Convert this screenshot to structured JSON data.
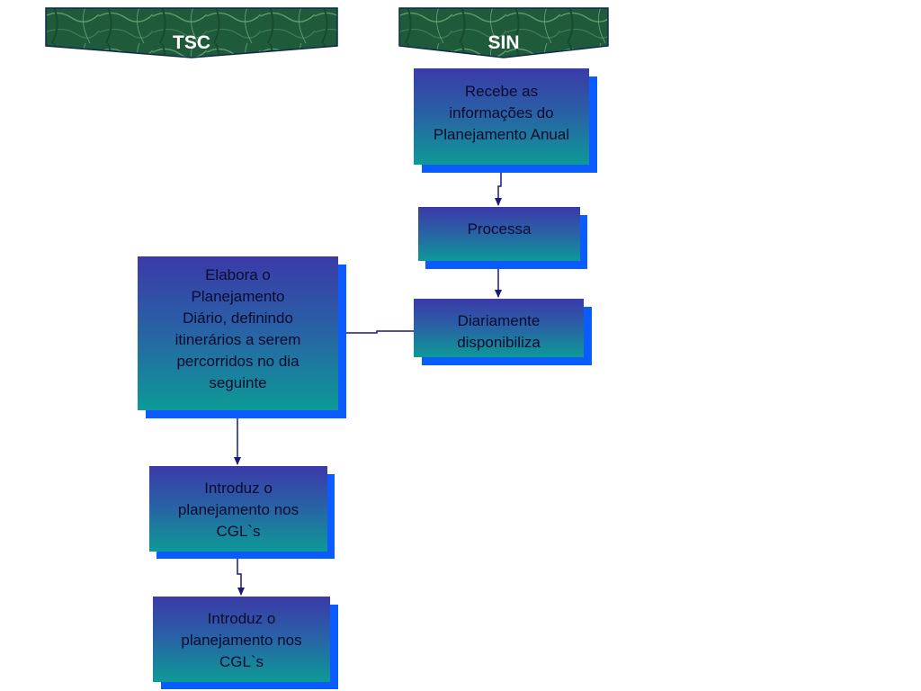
{
  "lanes": {
    "tsc": {
      "label": "TSC"
    },
    "sin": {
      "label": "SIN"
    }
  },
  "steps": {
    "recebe": "Recebe as\ninformações do\nPlanejamento Anual",
    "processa": "Processa",
    "diariamente": "Diariamente\ndisponibiliza",
    "elabora": "Elabora o\nPlanejamento\nDiário, definindo\nitinerários a serem\npercorridos no dia\nseguinte",
    "introduz_1": "Introduz o\nplanejamento nos\nCGL`s",
    "introduz_2": "Introduz o\nplanejamento nos\nCGL`s"
  },
  "colors": {
    "box_top": "#3b3aa8",
    "box_bottom": "#0d9a96",
    "shadow": "#0a5cff",
    "connector": "#1a1a7a",
    "header_fill": "#1f5a3a"
  }
}
